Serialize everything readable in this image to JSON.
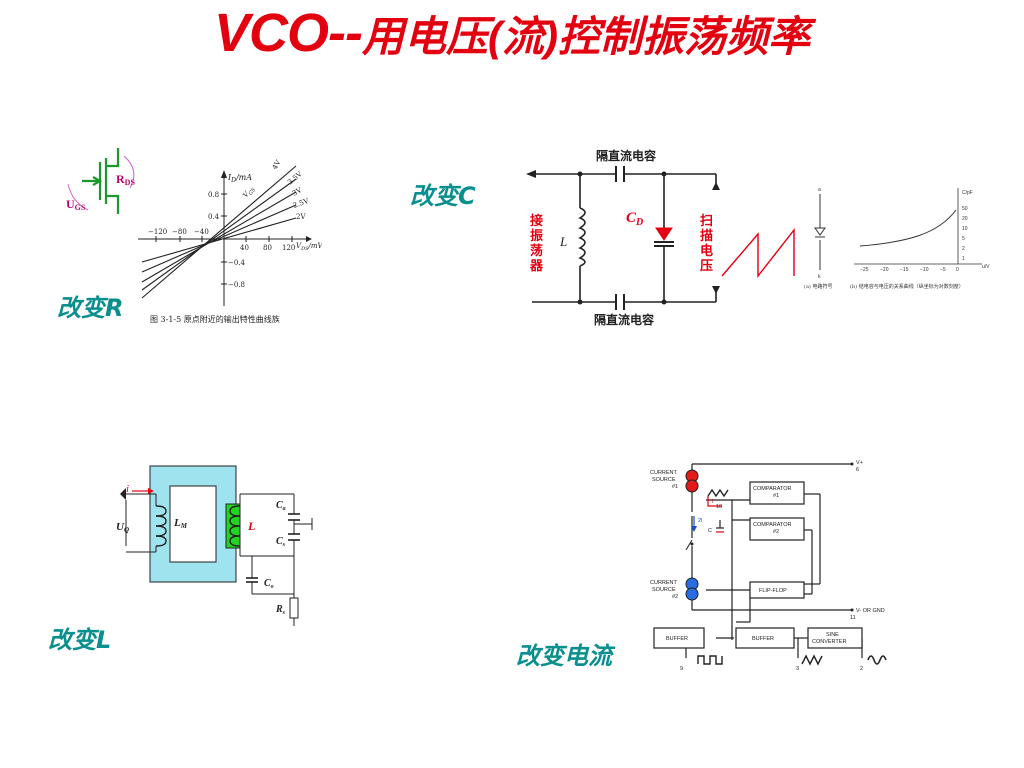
{
  "title": {
    "part1": "VCO--",
    "part2": "用电压(流)控制振荡频率"
  },
  "labels": {
    "r": "改变R",
    "c": "改变C",
    "l": "改变L",
    "i": "改变电流"
  },
  "fig_r": {
    "ids": "I",
    "ids_sub": "D",
    "ids_unit": "/mA",
    "vds": "V",
    "vds_sub": "DS",
    "vds_unit": "/mV",
    "rds": "R",
    "rds_sub": "DS",
    "ugs": "U",
    "ugs_sub": "GS",
    "xticks": [
      "−120",
      "−80",
      "−40",
      "40",
      "80",
      "120"
    ],
    "yticks": [
      "0.8",
      "0.4",
      "−0.4",
      "−0.8"
    ],
    "curves": [
      "4V",
      "3.5V",
      "3V",
      "2.5V",
      "2V"
    ],
    "vgs": "V",
    "vgs_sub": "GS",
    "caption": "图 3-1-5   原点附近的输出特性曲线族"
  },
  "fig_c": {
    "top": "隔直流电容",
    "bottom": "隔直流电容",
    "left": "接振荡器",
    "right": "扫描电压",
    "l": "L",
    "cd": "C",
    "cd_sub": "D",
    "sym_a": "a",
    "sym_k": "k",
    "sym_cap": "(a) 电路符号",
    "curve_cap": "(b) 结电容与电压的关系曲线（纵坐标为对数刻度）",
    "curve_y": "C/pF",
    "curve_x": "u/V",
    "curve_yticks": [
      "50",
      "20",
      "10",
      "5",
      "2",
      "1"
    ],
    "curve_xticks": [
      "−25",
      "−20",
      "−15",
      "−10",
      "−5",
      "0"
    ]
  },
  "fig_l": {
    "i": "i",
    "uq": "U",
    "uq_sub": "Q",
    "lm": "L",
    "lm_sub": "M",
    "l": "L",
    "ca": "C",
    "ca_sub": "a",
    "cs": "C",
    "cs_sub": "s",
    "co": "C",
    "co_sub": "o",
    "rs": "R",
    "rs_sub": "s"
  },
  "fig_i": {
    "cs1": [
      "CURRENT",
      "SOURCE",
      "#1"
    ],
    "cs2": [
      "CURRENT",
      "SOURCE",
      "#2"
    ],
    "comp1": [
      "COMPARATOR",
      "#1"
    ],
    "comp2": [
      "COMPARATOR",
      "#2"
    ],
    "ff": "FLIP-FLOP",
    "buf1": "BUFFER",
    "buf2": "BUFFER",
    "sine": [
      "SINE",
      "CONVERTER"
    ],
    "vplus": "V+",
    "vplus_pin": "6",
    "vminus": "V- OR GND",
    "vminus_pin": "11",
    "p10": "10",
    "i1": "I",
    "i2": "2I",
    "c": "C",
    "p9": "9",
    "p3": "3",
    "p2": "2"
  }
}
